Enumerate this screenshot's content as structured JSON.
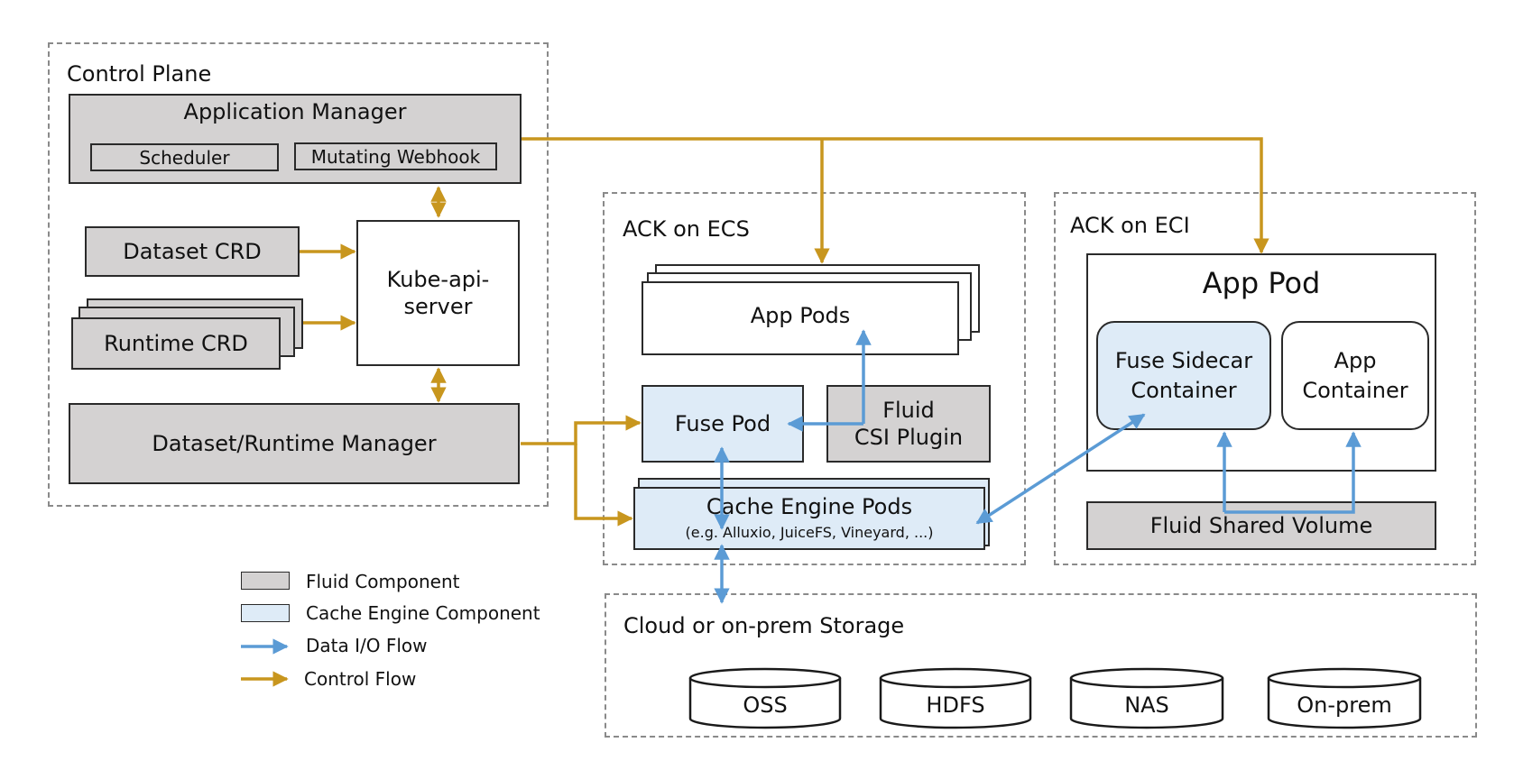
{
  "control_plane": {
    "title": "Control Plane",
    "application_manager": {
      "title": "Application Manager",
      "scheduler": "Scheduler",
      "mutating_webhook": "Mutating Webhook"
    },
    "dataset_crd": "Dataset CRD",
    "runtime_crd": "Runtime CRD",
    "kube_api_server": "Kube-api-\nserver",
    "dataset_runtime_manager": "Dataset/Runtime Manager"
  },
  "ack_ecs": {
    "title": "ACK on ECS",
    "app_pods": "App Pods",
    "fuse_pod": "Fuse Pod",
    "fluid_csi_plugin": "Fluid\nCSI Plugin",
    "cache_engine_pods": "Cache Engine Pods",
    "cache_engine_examples": "(e.g. Alluxio, JuiceFS, Vineyard, ...)"
  },
  "ack_eci": {
    "title": "ACK on ECI",
    "app_pod": "App Pod",
    "fuse_sidecar_container": "Fuse Sidecar\nContainer",
    "app_container": "App\nContainer",
    "fluid_shared_volume": "Fluid Shared Volume"
  },
  "storage": {
    "title": "Cloud or on-prem Storage",
    "items": [
      "OSS",
      "HDFS",
      "NAS",
      "On-prem"
    ]
  },
  "legend": {
    "fluid_component": "Fluid Component",
    "cache_engine_component": "Cache Engine Component",
    "data_io_flow": "Data I/O Flow",
    "control_flow": "Control Flow"
  },
  "colors": {
    "control_flow": "#c8961e",
    "data_flow": "#5b9bd5",
    "fluid_component_fill": "#d4d2d2",
    "cache_engine_fill": "#deebf7"
  }
}
